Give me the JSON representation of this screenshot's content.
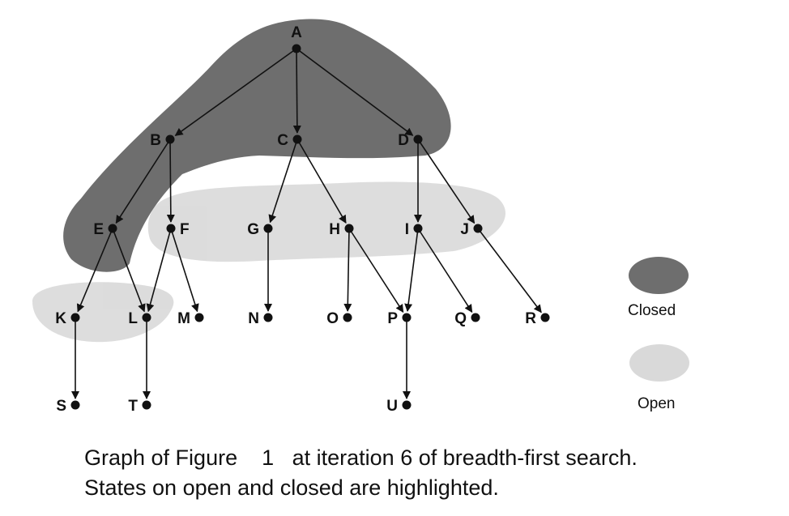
{
  "diagram": {
    "nodes": [
      {
        "id": "A",
        "label": "A"
      },
      {
        "id": "B",
        "label": "B"
      },
      {
        "id": "C",
        "label": "C"
      },
      {
        "id": "D",
        "label": "D"
      },
      {
        "id": "E",
        "label": "E"
      },
      {
        "id": "F",
        "label": "F"
      },
      {
        "id": "G",
        "label": "G"
      },
      {
        "id": "H",
        "label": "H"
      },
      {
        "id": "I",
        "label": "I"
      },
      {
        "id": "J",
        "label": "J"
      },
      {
        "id": "K",
        "label": "K"
      },
      {
        "id": "L",
        "label": "L"
      },
      {
        "id": "M",
        "label": "M"
      },
      {
        "id": "N",
        "label": "N"
      },
      {
        "id": "O",
        "label": "O"
      },
      {
        "id": "P",
        "label": "P"
      },
      {
        "id": "Q",
        "label": "Q"
      },
      {
        "id": "R",
        "label": "R"
      },
      {
        "id": "S",
        "label": "S"
      },
      {
        "id": "T",
        "label": "T"
      },
      {
        "id": "U",
        "label": "U"
      }
    ],
    "edges": [
      [
        "A",
        "B"
      ],
      [
        "A",
        "C"
      ],
      [
        "A",
        "D"
      ],
      [
        "B",
        "E"
      ],
      [
        "B",
        "F"
      ],
      [
        "C",
        "G"
      ],
      [
        "C",
        "H"
      ],
      [
        "D",
        "I"
      ],
      [
        "D",
        "J"
      ],
      [
        "E",
        "K"
      ],
      [
        "E",
        "L"
      ],
      [
        "F",
        "L"
      ],
      [
        "F",
        "M"
      ],
      [
        "G",
        "N"
      ],
      [
        "H",
        "O"
      ],
      [
        "H",
        "P"
      ],
      [
        "I",
        "P"
      ],
      [
        "I",
        "Q"
      ],
      [
        "J",
        "R"
      ],
      [
        "K",
        "S"
      ],
      [
        "L",
        "T"
      ],
      [
        "P",
        "U"
      ]
    ],
    "colors": {
      "closed": "#6e6e6e",
      "open": "#d9d9d9",
      "ink": "#111111"
    }
  },
  "legend": {
    "closed_label": "Closed",
    "open_label": "Open"
  },
  "caption": {
    "line1": "Graph of Figure    1   at iteration 6 of breadth-first search.",
    "line2": "States on open and closed are highlighted."
  }
}
